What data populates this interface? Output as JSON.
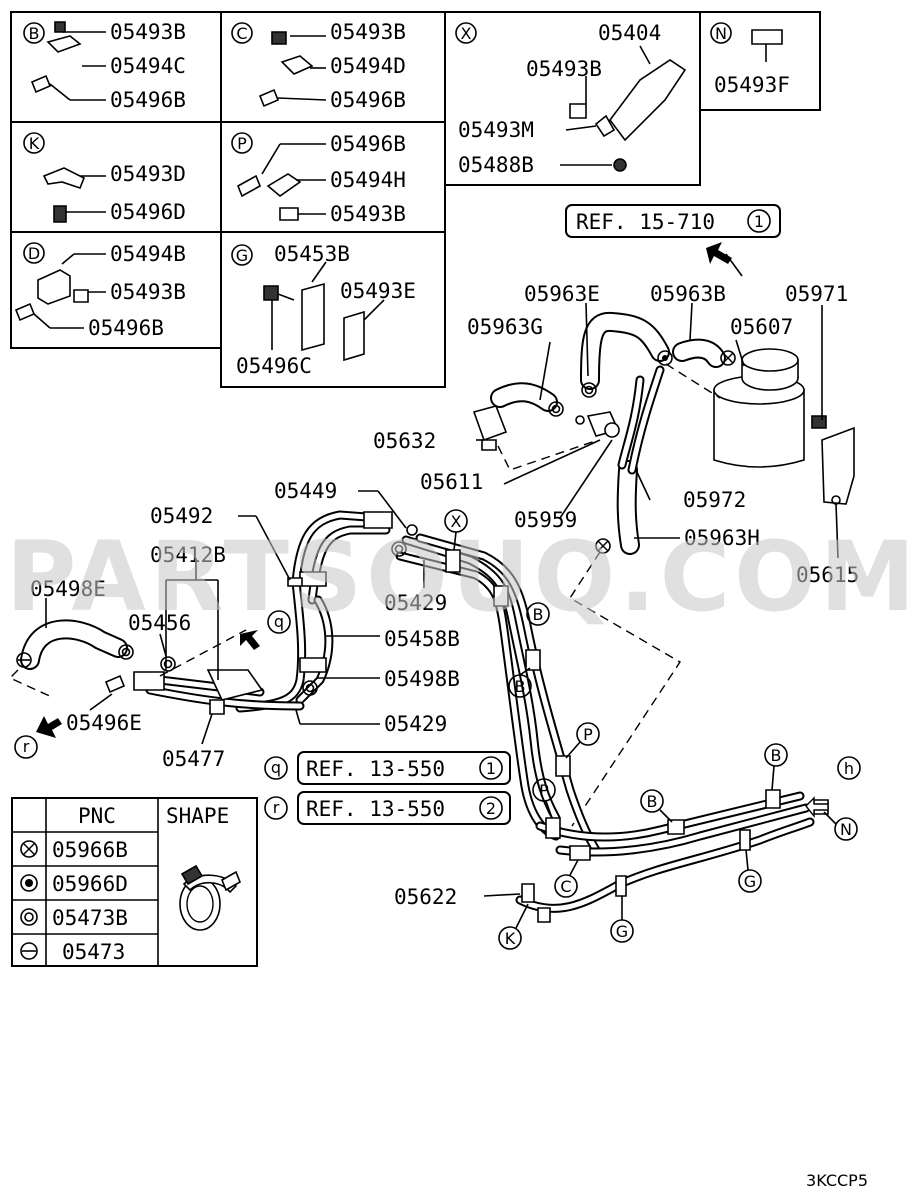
{
  "diagram_code": "3KCCP5",
  "watermark": "PARTSOUQ.COM",
  "clip_boxes": [
    {
      "letter": "B",
      "parts": [
        "05493B",
        "05494C",
        "05496B"
      ]
    },
    {
      "letter": "C",
      "parts": [
        "05493B",
        "05494D",
        "05496B"
      ]
    },
    {
      "letter": "X",
      "parts": [
        "05404",
        "05493B",
        "05493M",
        "05488B"
      ]
    },
    {
      "letter": "N",
      "parts": [
        "05493F"
      ]
    },
    {
      "letter": "K",
      "parts": [
        "05493D",
        "05496D"
      ]
    },
    {
      "letter": "P",
      "parts": [
        "05496B",
        "05494H",
        "05493B"
      ]
    },
    {
      "letter": "D",
      "parts": [
        "05494B",
        "05493B",
        "05496B"
      ]
    },
    {
      "letter": "G",
      "parts": [
        "05453B",
        "05493E",
        "05496C"
      ]
    }
  ],
  "refs": {
    "ref1": {
      "text": "REF. 15-710",
      "num": "1"
    },
    "ref_q": {
      "tag": "q",
      "text": "REF. 13-550",
      "num": "1"
    },
    "ref_r": {
      "tag": "r",
      "text": "REF. 13-550",
      "num": "2"
    }
  },
  "labels": {
    "l05963E": "05963E",
    "l05963B": "05963B",
    "l05971": "05971",
    "l05963G": "05963G",
    "l05607": "05607",
    "l05632": "05632",
    "l05611": "05611",
    "l05972": "05972",
    "l05959": "05959",
    "l05963H": "05963H",
    "l05615": "05615",
    "l05449": "05449",
    "l05492": "05492",
    "l05412B": "05412B",
    "l05498E": "05498E",
    "l05456": "05456",
    "l05429a": "05429",
    "l05458B": "05458B",
    "l05498B": "05498B",
    "l05496E": "05496E",
    "l05429b": "05429",
    "l05477": "05477",
    "l05622": "05622"
  },
  "callouts": {
    "x1": "X",
    "b1": "B",
    "b2": "B",
    "p1": "P",
    "p2": "P",
    "c1": "C",
    "k1": "K",
    "g1": "G",
    "g2": "G",
    "b3": "B",
    "b4": "B",
    "n1": "N",
    "h1": "h",
    "q1": "q",
    "r1": "r"
  },
  "pnc_table": {
    "header_pnc": "PNC",
    "header_shape": "SHAPE",
    "rows": [
      {
        "symbol": "cross-circle",
        "pnc": "05966B"
      },
      {
        "symbol": "filled-dot-circle",
        "pnc": "05966D"
      },
      {
        "symbol": "double-circle",
        "pnc": "05473B"
      },
      {
        "symbol": "minus-circle",
        "pnc": "05473"
      }
    ]
  }
}
